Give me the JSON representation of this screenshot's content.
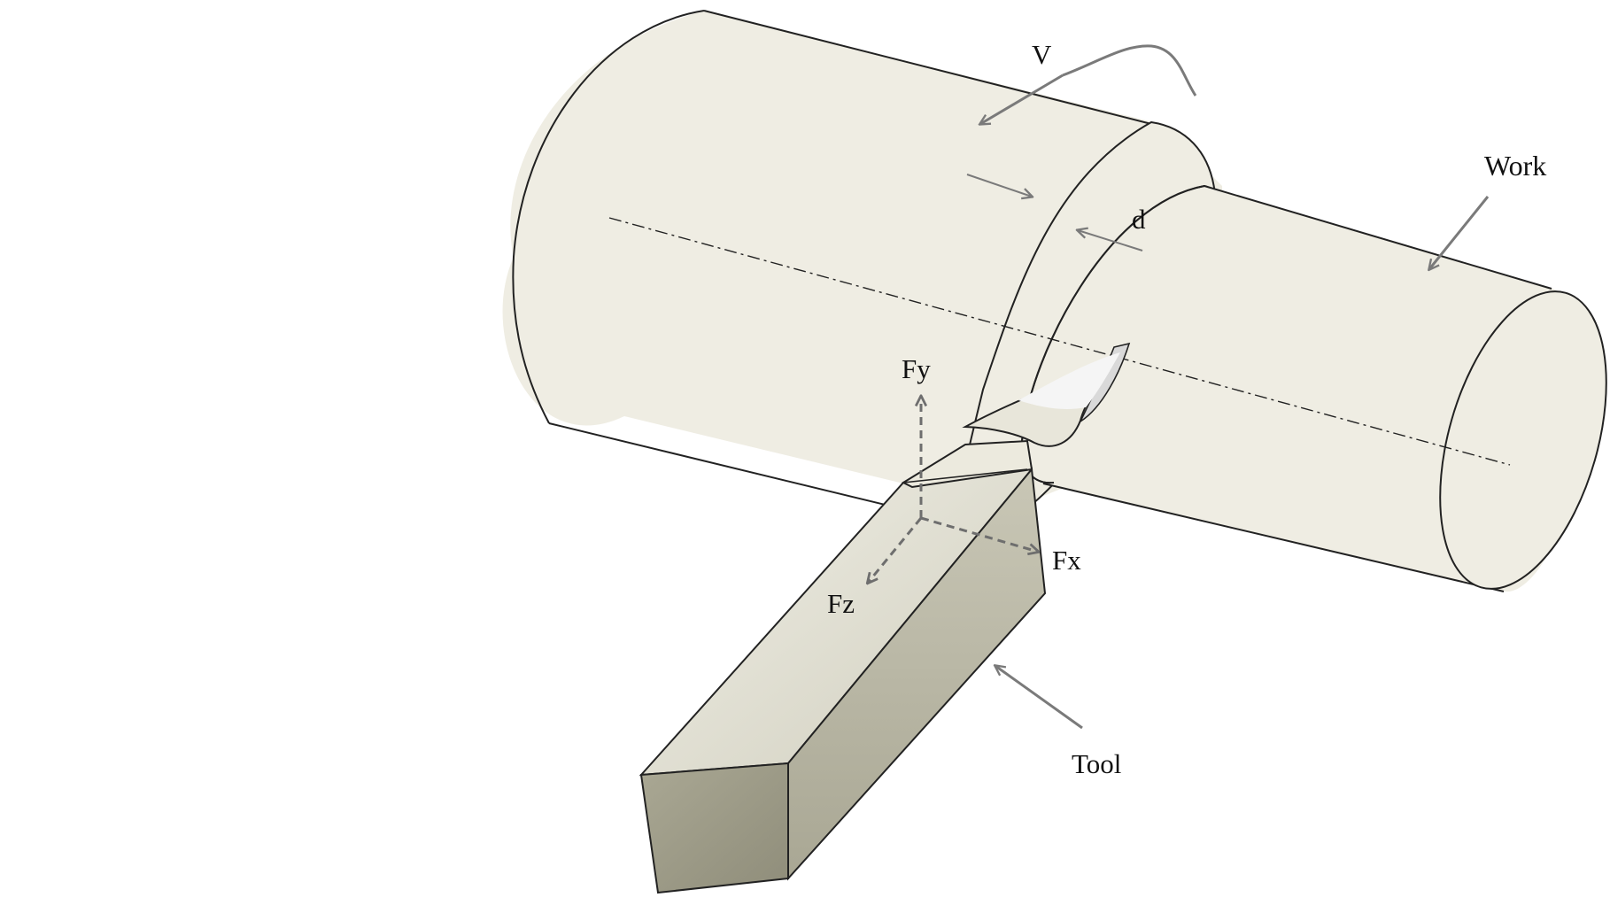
{
  "labels": {
    "velocity": "V",
    "depth": "d",
    "work": "Work",
    "tool": "Tool",
    "force_y": "Fy",
    "force_x": "Fx",
    "force_z": "Fz"
  },
  "colors": {
    "workpiece_fill": "#efede3",
    "outline": "#222222",
    "arrow": "#7a7a7a",
    "force_arrow": "#6e6e6e",
    "tool_top": "#e7e6da",
    "tool_side": "#b9b7a6",
    "tool_end": "#9b9987",
    "chip": "#e6e6e6"
  }
}
